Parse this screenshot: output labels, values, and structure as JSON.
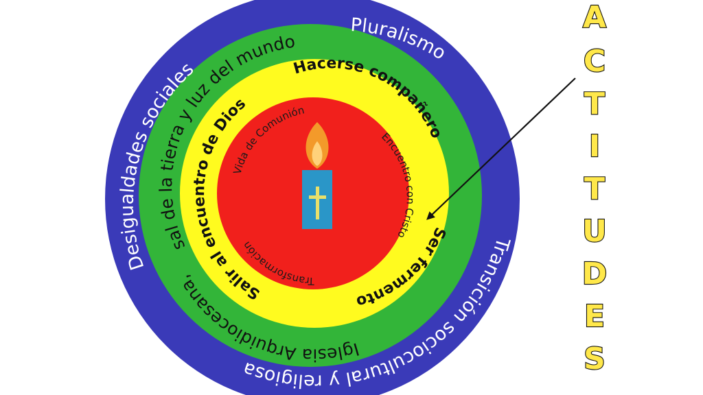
{
  "rings": {
    "blue": {
      "color": "#3a3ab8",
      "labels": [
        "Desigualdades sociales",
        "Pluralismo",
        "Transición sociocultural y religiosa"
      ]
    },
    "green": {
      "color": "#33b539",
      "labels": [
        "sal de la tierra y luz del mundo",
        "Iglesia Arquidiocesana,"
      ]
    },
    "yellow": {
      "color": "#fffb1f",
      "labels": [
        "Salir al encuentro de Dios",
        "Hacerse compañero",
        "Ser fermento"
      ]
    },
    "red": {
      "color": "#f1201c",
      "labels": [
        "Vida de Comunión",
        "Encuentro con Cristo",
        "Transformación"
      ]
    }
  },
  "candle": {
    "body_color": "#2a96c8",
    "cross_color": "#e9e06a",
    "flame_outer": "#f39a2a",
    "flame_inner": "#ffd27a"
  },
  "side_word": [
    "A",
    "C",
    "T",
    "I",
    "T",
    "U",
    "D",
    "E",
    "S"
  ]
}
